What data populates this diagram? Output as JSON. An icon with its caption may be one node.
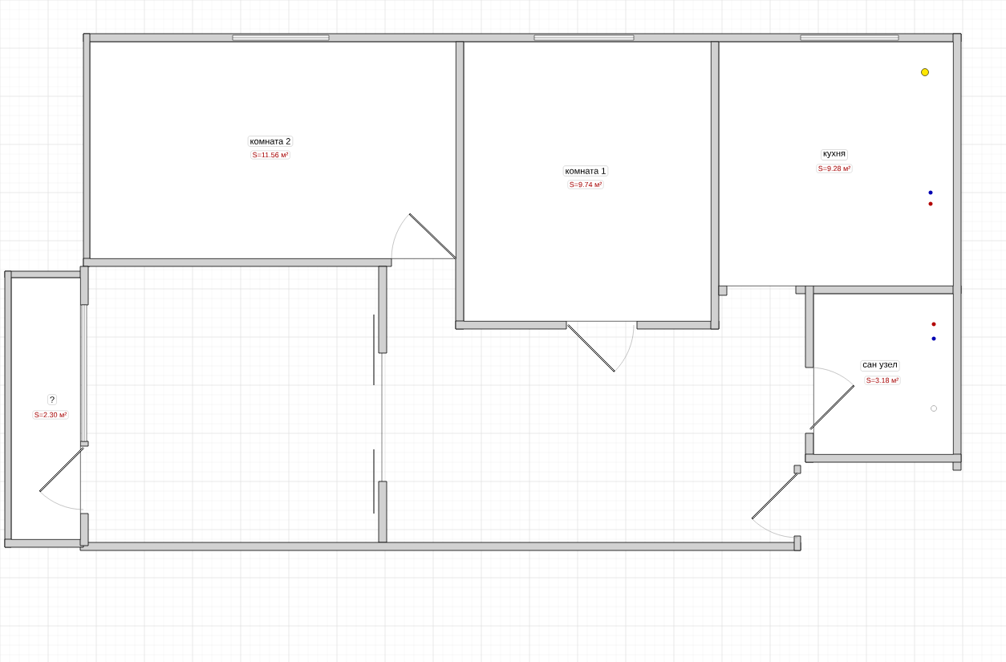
{
  "diagram": {
    "nodes": [
      {
        "text": [
          "комната 2",
          "S=11.56 м²"
        ]
      },
      {
        "text": [
          "комната 1",
          "S=9.74 м²"
        ]
      },
      {
        "text": [
          "кухня",
          "S=9.28 м²"
        ]
      },
      {
        "text": [
          "сан узел",
          "S=3.18 м²"
        ]
      },
      {
        "text": [
          "?",
          "S=2.30 м²"
        ]
      }
    ]
  }
}
